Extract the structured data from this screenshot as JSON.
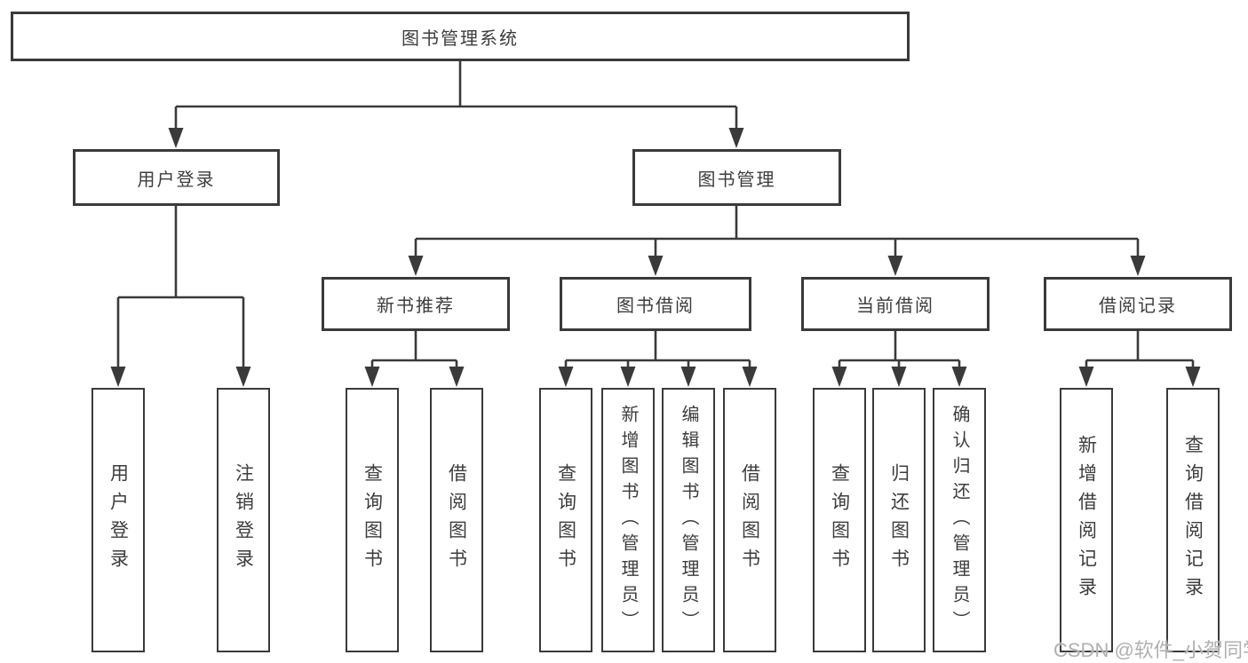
{
  "colors": {
    "line": "#3a3a3a",
    "text": "#3d3d3d",
    "background": "#ffffff",
    "watermark": "#b0b0b0"
  },
  "watermark": {
    "text": "CSDN @软件_小贺同学"
  },
  "tree": {
    "root": {
      "label": "图书管理系统"
    },
    "children": [
      {
        "label": "用户登录",
        "children": [
          {
            "label": "用户登录"
          },
          {
            "label": "注销登录"
          }
        ]
      },
      {
        "label": "图书管理",
        "children": [
          {
            "label": "新书推荐",
            "children": [
              {
                "label": "查询图书"
              },
              {
                "label": "借阅图书"
              }
            ]
          },
          {
            "label": "图书借阅",
            "children": [
              {
                "label": "查询图书"
              },
              {
                "label": "新增图书（管理员）"
              },
              {
                "label": "编辑图书（管理员）"
              },
              {
                "label": "借阅图书"
              }
            ]
          },
          {
            "label": "当前借阅",
            "children": [
              {
                "label": "查询图书"
              },
              {
                "label": "归还图书"
              },
              {
                "label": "确认归还（管理员）"
              }
            ]
          },
          {
            "label": "借阅记录",
            "children": [
              {
                "label": "新增借阅记录"
              },
              {
                "label": "查询借阅记录"
              }
            ]
          }
        ]
      }
    ]
  }
}
